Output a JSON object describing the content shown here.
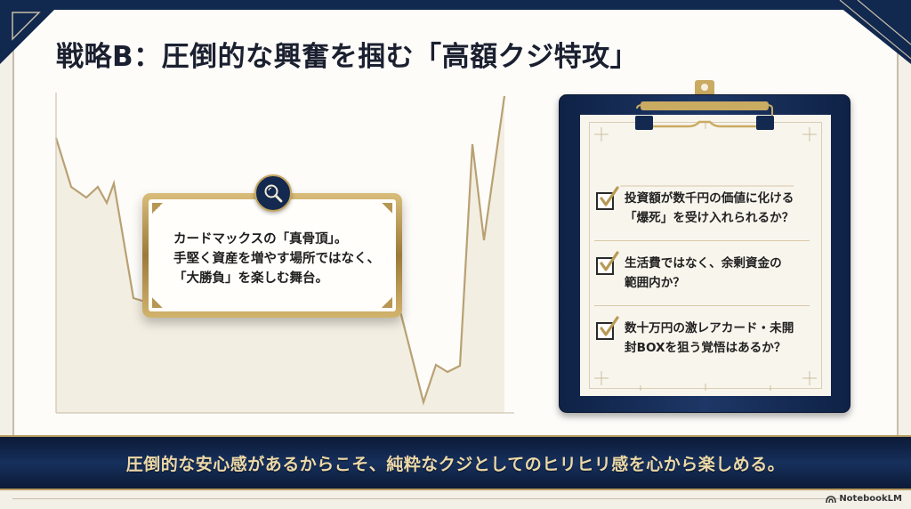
{
  "slide": {
    "title": "戦略B：圧倒的な興奮を掴む「高額クジ特攻」",
    "colors": {
      "navy": "#11284f",
      "gold": "#c4a660",
      "background": "#fdfcf9",
      "banner_text": "#ecd9a8"
    }
  },
  "chart": {
    "icon": "magnifier-icon",
    "line_color": "#b8a173",
    "fill_color": "#ede5d2"
  },
  "callout": {
    "lines": [
      "カードマックスの「真骨頂」。",
      "手堅く資産を増やす場所ではなく、",
      "「大勝負」を楽しむ舞台。"
    ]
  },
  "checklist": {
    "items": [
      {
        "lines": [
          "投資額が数千円の価値に化ける",
          "「爆死」を受け入れられるか？"
        ],
        "checked": true
      },
      {
        "lines": [
          "生活費ではなく、余剰資金の",
          "範囲内か？"
        ],
        "checked": true
      },
      {
        "lines": [
          "数十万円の激レアカード・未開",
          "封BOXを狙う覚悟はあるか？"
        ],
        "checked": true
      }
    ]
  },
  "banner": {
    "text": "圧倒的な安心感があるからこそ、純粋なクジとしてのヒリヒリ感を心から楽しめる。"
  },
  "watermark": {
    "label": "NotebookLM"
  }
}
